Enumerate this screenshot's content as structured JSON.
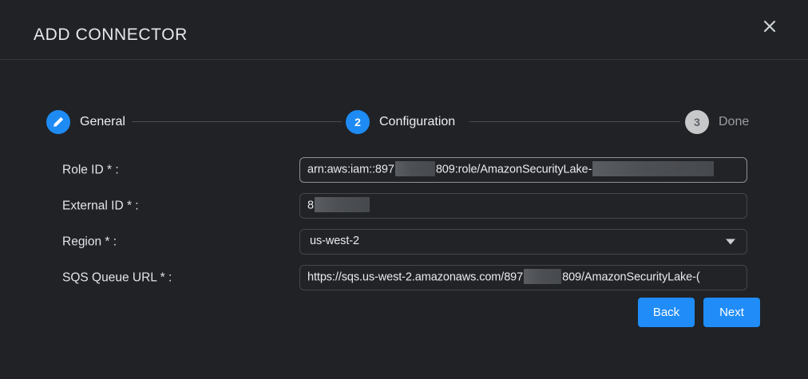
{
  "dialog": {
    "title": "ADD CONNECTOR",
    "close_icon": "close-icon"
  },
  "stepper": {
    "steps": [
      {
        "marker": "pencil-icon",
        "label": "General",
        "state": "completed"
      },
      {
        "marker": "2",
        "label": "Configuration",
        "state": "active"
      },
      {
        "marker": "3",
        "label": "Done",
        "state": "inactive"
      }
    ]
  },
  "form": {
    "fields": [
      {
        "label": "Role ID * :",
        "type": "text",
        "value_prefix": "arn:aws:iam::897",
        "value_middle": "809:role/AmazonSecurityLake-",
        "redacted": true
      },
      {
        "label": "External ID * :",
        "type": "text",
        "value_prefix": "8",
        "redacted": true
      },
      {
        "label": "Region * :",
        "type": "select",
        "value": "us-west-2",
        "arrow_icon": "chevron-down-icon"
      },
      {
        "label": "SQS Queue URL * :",
        "type": "text",
        "value_prefix": "https://sqs.us-west-2.amazonaws.com/897",
        "value_middle": "809/AmazonSecurityLake-(",
        "redacted": true
      }
    ]
  },
  "actions": {
    "back_label": "Back",
    "next_label": "Next"
  },
  "colors": {
    "accent": "#1f8cf7",
    "background": "#202225",
    "inactive_step": "#c6c8ca"
  }
}
